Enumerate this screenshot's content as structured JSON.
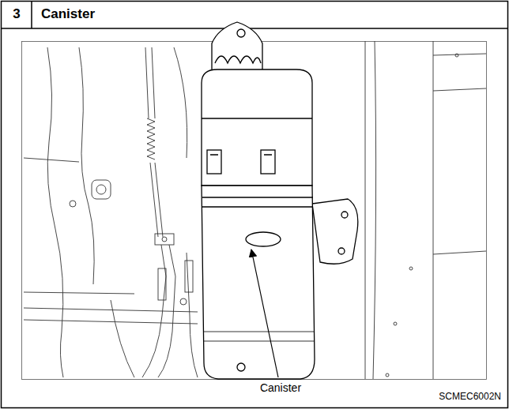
{
  "diagram": {
    "labels": [
      "3",
      "Canister",
      "Canister",
      "SCMEC6002N"
    ]
  }
}
